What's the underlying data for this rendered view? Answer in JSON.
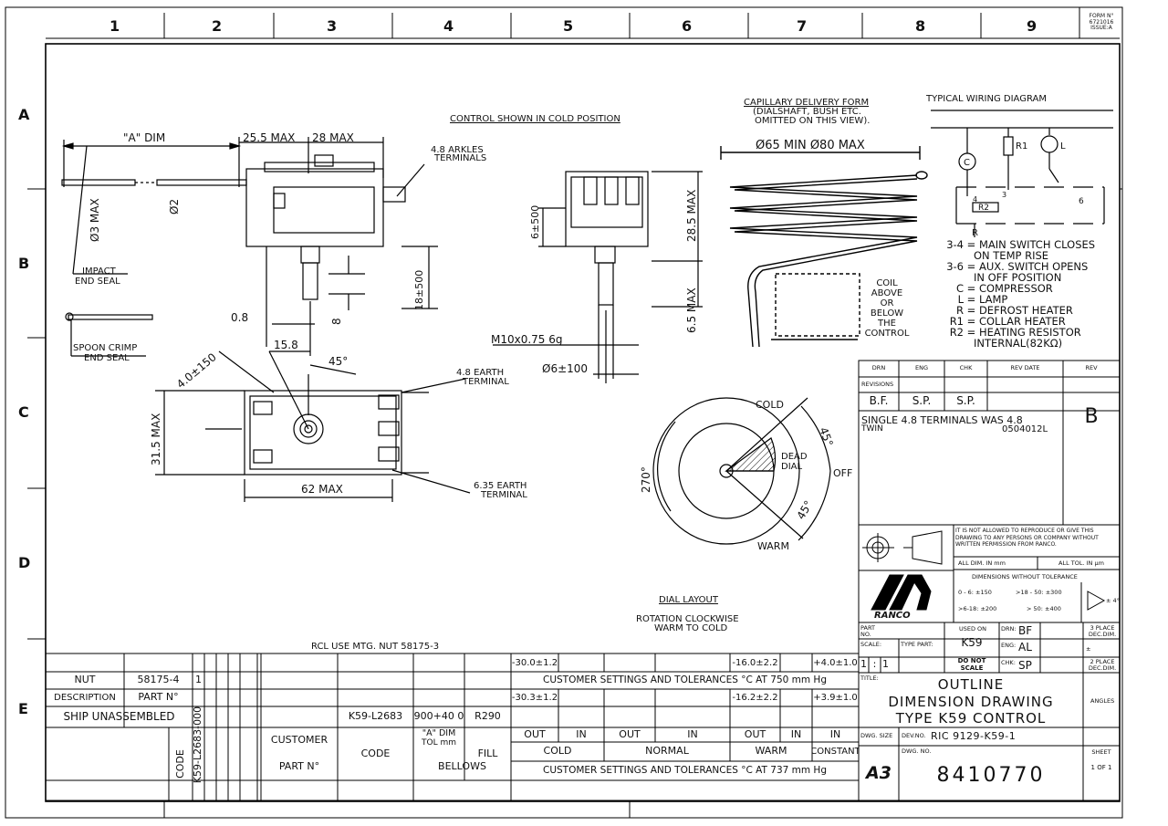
{
  "form_no": "FORM N°\n6721016\nISSUE:A",
  "zones": {
    "cols": [
      "1",
      "2",
      "3",
      "4",
      "5",
      "6",
      "7",
      "8",
      "9"
    ],
    "rows": [
      "A",
      "B",
      "C",
      "D",
      "E"
    ]
  },
  "views": {
    "side": {
      "a_dim": "\"A\" DIM",
      "max_25": "25.5 MAX",
      "max_28": "28 MAX",
      "terminals": "4.8 ARKLES",
      "terminals2": "TERMINALS",
      "dia3": "Ø3 MAX",
      "dia2": "Ø2",
      "impact": "IMPACT",
      "impact2": "END SEAL",
      "spoon": "SPOON CRIMP",
      "spoon2": "END SEAL",
      "d08": "0.8",
      "d158": "15.8",
      "d8": "8",
      "d18": "18±500"
    },
    "top": {
      "d40": "4.0±150",
      "angle45": "45°",
      "earth48": "4.8 EARTH",
      "earth48b": "TERMINAL",
      "max315": "31.5 MAX",
      "max62": "62 MAX",
      "earth635": "6.35 EARTH",
      "earth635b": "TERMINAL"
    },
    "front": {
      "cold_pos": "CONTROL SHOWN IN COLD POSITION",
      "d6": "6±500",
      "max285": "28.5 MAX",
      "max65": "6.5 MAX",
      "thread": "M10x0.75 6g",
      "dia6": "Ø6±100"
    },
    "capillary": {
      "title": "CAPILLARY DELIVERY FORM",
      "sub1": "(DIALSHAFT, BUSH ETC.",
      "sub2": "OMITTED ON THIS VIEW).",
      "dia": "Ø65 MIN Ø80 MAX",
      "coil": [
        "COIL",
        "ABOVE",
        "OR",
        "BELOW",
        "THE",
        "CONTROL"
      ]
    },
    "dial": {
      "cold": "COLD",
      "dead": "DEAD",
      "dial": "DIAL",
      "off": "OFF",
      "warm": "WARM",
      "a45a": "45°",
      "a45b": "45°",
      "a270": "270°",
      "layout": "DIAL LAYOUT",
      "rotation": "ROTATION CLOCKWISE",
      "rotation2": "WARM TO COLD"
    },
    "rcl": "RCL USE MTG. NUT 58175-3"
  },
  "wiring": {
    "title": "TYPICAL WIRING DIAGRAM",
    "c": "C",
    "r1": "R1",
    "l": "L",
    "r2": "R2",
    "r": "R",
    "n4": "4",
    "n3": "3",
    "n6": "6",
    "legend": [
      {
        "k": "3-4",
        "v": "MAIN SWITCH CLOSES"
      },
      {
        "k": "",
        "v": "ON TEMP RISE"
      },
      {
        "k": "3-6",
        "v": "AUX. SWITCH OPENS"
      },
      {
        "k": "",
        "v": "IN OFF POSITION"
      },
      {
        "k": "C",
        "v": "COMPRESSOR"
      },
      {
        "k": "L",
        "v": "LAMP"
      },
      {
        "k": "R",
        "v": "DEFROST HEATER"
      },
      {
        "k": "R1",
        "v": "COLLAR HEATER"
      },
      {
        "k": "R2",
        "v": "HEATING RESISTOR"
      },
      {
        "k": "",
        "v": "INTERNAL(82KΩ)"
      }
    ]
  },
  "revision": {
    "headers": [
      "DRN",
      "ENG",
      "CHK",
      "REV DATE",
      "REV"
    ],
    "revisions_label": "REVISIONS",
    "drn": "B.F.",
    "eng": "S.P.",
    "chk": "S.P.",
    "rev": "B",
    "note1": "SINGLE 4.8 TERMINALS WAS 4.8",
    "note2": "TWIN",
    "note_date": "0504012L"
  },
  "title_block": {
    "copyright": "IT IS NOT ALLOWED TO REPRODUCE OR GIVE THIS DRAWING TO ANY PERSONS OR COMPANY WITHOUT WRITTEN PERMISSION FROM RANCO.",
    "all_dim": "ALL DIM. IN mm",
    "all_tol": "ALL TOL. IN µm",
    "tol_title": "DIMENSIONS WITHOUT TOLERANCE",
    "tol1": "0 - 6: ±150",
    "tol2": ">18 - 50: ±300",
    "tol3": ">6-18: ±200",
    "tol4": "> 50: ±400",
    "tol_angle": "± 4°",
    "brand": "RANCO",
    "part_no_label": "PART NO.",
    "used_on_label": "USED ON",
    "used_on": "K59",
    "drn_label": "DRN:",
    "drn": "BF",
    "place3": "3 PLACE DEC.DIM.",
    "scale_label": "SCALE:",
    "type_part_label": "TYPE PART:",
    "eng_label": "ENG:",
    "eng": "AL",
    "pm": "±",
    "scale1": "1",
    "scale_colon": ":",
    "scale2": "1",
    "do_not": "DO NOT",
    "do_not2": "SCALE",
    "chk_label": "CHK:",
    "chk": "SP",
    "place2": "2 PLACE DEC.DIM.",
    "title_label": "TITLE:",
    "title1": "OUTLINE",
    "title2": "DIMENSION DRAWING",
    "title3": "TYPE K59 CONTROL",
    "angles": "ANGLES",
    "dwg_size_label": "DWG. SIZE",
    "dev_no_label": "DEV.NO.",
    "dev_no": "RIC 9129-K59-1",
    "size": "A3",
    "dwg_no_label": "DWG. NO.",
    "dwg_no": "8410770",
    "sheet_label": "SHEET",
    "sheet": "1 OF 1"
  },
  "table": {
    "nut_label": "NUT",
    "nut_val": "58175-4",
    "desc_label": "DESCRIPTION",
    "desc_val": "PART N°",
    "ship": "SHIP UNASSEMBLED",
    "code": "CODE",
    "qty": "1",
    "vcode": "K59-L2683-000",
    "customer": "CUSTOMER",
    "part_n": "PART N°",
    "code_hdr": "CODE",
    "row_code": "K59-L2683",
    "adim_val": "900+40 0",
    "r290": "R290",
    "adim_hdr": "\"A\" DIM",
    "adim_hdr2": "TOL mm",
    "fill": "FILL",
    "bellows": "BELLOWS",
    "r1": [
      "-30.0±1.2",
      "-16.0±2.2",
      "+4.0±1.0"
    ],
    "r2": "CUSTOMER SETTINGS AND TOLERANCES °C AT 750 mm Hg",
    "r3": [
      "-30.3±1.2",
      "-16.2±2.2",
      "+3.9±1.0"
    ],
    "out_in": [
      "OUT",
      "IN",
      "OUT",
      "IN",
      "OUT",
      "IN",
      "IN"
    ],
    "modes": [
      "COLD",
      "NORMAL",
      "WARM",
      "CONSTANT"
    ],
    "r6": "CUSTOMER SETTINGS AND TOLERANCES °C AT 737 mm Hg"
  }
}
